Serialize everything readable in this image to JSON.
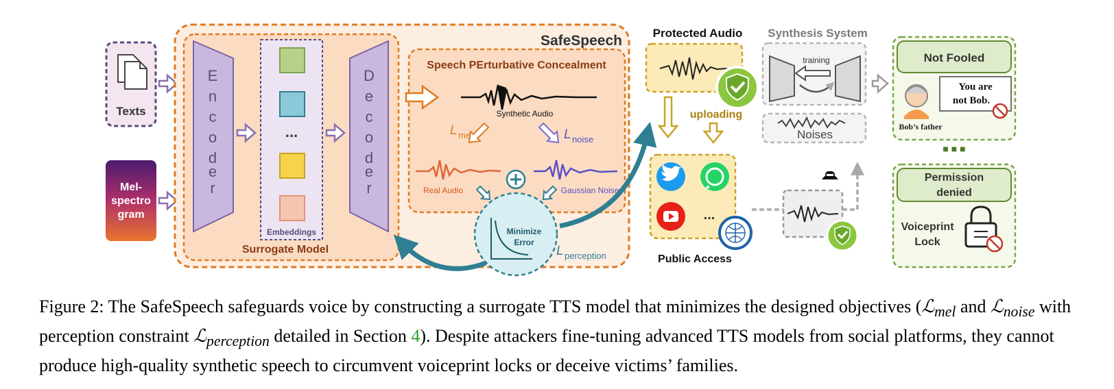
{
  "diagram": {
    "inputs": {
      "texts": "Texts",
      "mel": [
        "Mel-",
        "spectro",
        "gram"
      ]
    },
    "safespeech_title": "SafeSpeech",
    "surrogate": {
      "title": "Surrogate Model",
      "encoder": [
        "E",
        "n",
        "c",
        "o",
        "d",
        "e",
        "r"
      ],
      "decoder": [
        "D",
        "e",
        "c",
        "o",
        "d",
        "e",
        "r"
      ],
      "embeddings_label": "Embeddings",
      "ellipsis": "..."
    },
    "spec": {
      "title": "Speech PErturbative Concealment",
      "synthetic_audio": "Synthetic Audio",
      "l_mel_sub": "mel",
      "l_noise_sub": "noise",
      "real_audio": "Real Audio",
      "gaussian_noise": "Gaussian Noise",
      "minimize_error": [
        "Minimize",
        "Error"
      ],
      "l_perception_sub": "perception",
      "loss_symbol": "L"
    },
    "protected_audio": "Protected Audio",
    "uploading": "uploading",
    "public_access": "Public Access",
    "public_ellipsis": "...",
    "synthesis": {
      "title": "Synthesis System",
      "training": "training",
      "noises": "Noises"
    },
    "not_fooled": {
      "title": "Not Fooled",
      "speech": [
        "You are",
        "not Bob."
      ],
      "person": "Bob’s father"
    },
    "separator": "■ ■ ■",
    "permission": {
      "title": [
        "Permission",
        "denied"
      ],
      "voiceprint": [
        "Voiceprint",
        "Lock"
      ]
    },
    "colors": {
      "orange": "#e07a1f",
      "orange_fill": "#fbe0cc",
      "purple": "#5b4a7d",
      "lavender": "#c9b8de",
      "teal": "#2f7f93",
      "green": "#7aa64a",
      "green_fill": "#e9f1d8",
      "gold": "#c9a227",
      "gray": "#b5b5b5"
    }
  },
  "caption": {
    "label": "Figure 2:",
    "t1": " The SafeSpeech safeguards voice by constructing a surrogate TTS model that minimizes the designed objectives (",
    "l_mel": "mel",
    "t2": " and ",
    "l_noise": "noise",
    "t3": " with perception constraint ",
    "l_perception": "perception",
    "t4": " detailed in Section ",
    "section": "4",
    "t5": "). Despite attackers fine-tuning advanced TTS models from social platforms, they cannot produce high-quality synthetic speech to circumvent voiceprint locks or deceive victims’ families.",
    "loss_symbol": "ℒ"
  }
}
